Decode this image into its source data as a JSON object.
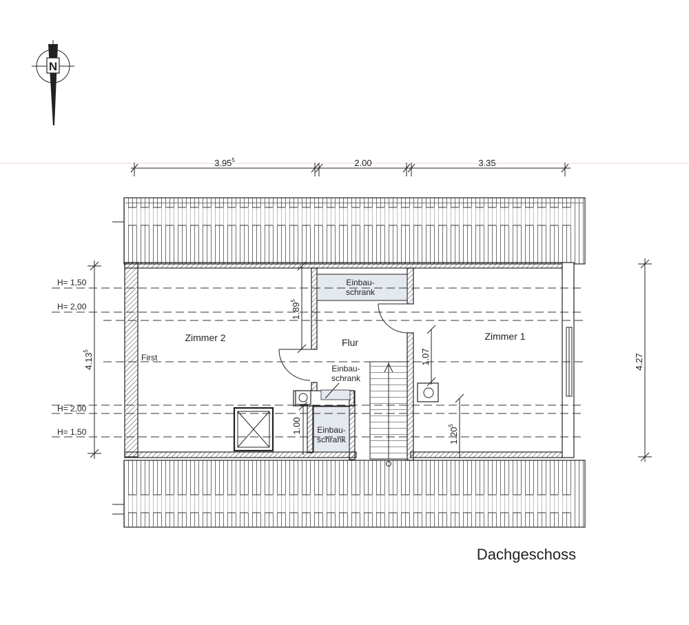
{
  "drawing": {
    "title": "Dachgeschoss",
    "north_label": "N"
  },
  "dimensions": {
    "top": [
      "3.95",
      "2.00",
      "3.35"
    ],
    "top_first_sup": "5",
    "right": "4.27",
    "left": "4.13",
    "left_sup": "5",
    "closet_depth": "1.89",
    "closet_depth_sup": "5",
    "flur_right": "1.07",
    "lower_left": "1.00",
    "lower_right": "1.20",
    "lower_right_sup": "5"
  },
  "heights": {
    "h150_top": "H= 1,50",
    "h200_top": "H= 2,00",
    "first": "First",
    "h200_bottom": "H= 2,00",
    "h150_bottom": "H= 1,50"
  },
  "rooms": {
    "zimmer2": "Zimmer 2",
    "flur": "Flur",
    "zimmer1": "Zimmer 1"
  },
  "closets": {
    "top": [
      "Einbau-",
      "schrank"
    ],
    "middle": [
      "Einbau-",
      "schrank"
    ],
    "bottom": [
      "Einbau-",
      "schrank"
    ]
  },
  "colors": {
    "line": "#222222",
    "closet_fill": "#e4e8ef"
  }
}
